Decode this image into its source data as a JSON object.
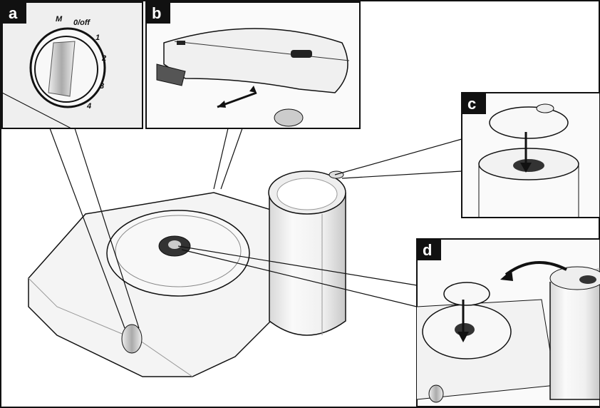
{
  "panels": {
    "a": {
      "label": "a",
      "dial_marks": [
        "M",
        "0/off",
        "1",
        "2",
        "3",
        "4"
      ]
    },
    "b": {
      "label": "b"
    },
    "c": {
      "label": "c"
    },
    "d": {
      "label": "d"
    }
  },
  "colors": {
    "line": "#111111",
    "surface": "#f2f2f2",
    "shade": "#cfcfcf",
    "label_bg": "#111111"
  }
}
